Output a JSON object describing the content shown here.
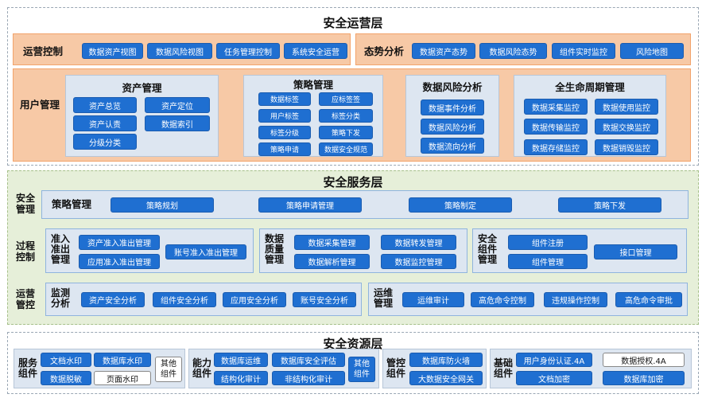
{
  "ops_layer": {
    "title": "安全运营层",
    "ops_control": {
      "label": "运营控制",
      "items": [
        "数据资产视图",
        "数据风险视图",
        "任务管理控制",
        "系统安全运营"
      ]
    },
    "situation": {
      "label": "态势分析",
      "items": [
        "数据资产态势",
        "数据风险态势",
        "组件实时监控",
        "风险地图"
      ]
    },
    "user_mgmt": {
      "label": "用户管理",
      "asset": {
        "title": "资产管理",
        "items": [
          "资产总览",
          "资产定位",
          "资产认责",
          "数据索引",
          "分级分类"
        ]
      },
      "policy": {
        "title": "策略管理",
        "items": [
          "数据标签",
          "应标签签",
          "用户标签",
          "标签分类",
          "标签分级",
          "策略下发",
          "策略申请",
          "数据安全规范"
        ]
      },
      "risk": {
        "title": "数据风险分析",
        "items": [
          "数据事件分析",
          "数据风险分析",
          "数据流向分析"
        ]
      },
      "lifecycle": {
        "title": "全生命周期管理",
        "items": [
          "数据采集监控",
          "数据使用监控",
          "数据传输监控",
          "数据交换监控",
          "数据存储监控",
          "数据销毁监控"
        ]
      }
    }
  },
  "service_layer": {
    "title": "安全服务层",
    "security": {
      "label": "安全管理",
      "sub": "策略管理",
      "items": [
        "策略规划",
        "策略申请管理",
        "策略制定",
        "策略下发"
      ]
    },
    "process": {
      "label": "过程控制",
      "access": {
        "label": "准入准出管理",
        "items": [
          "资产准入准出管理",
          "应用准入准出管理",
          "账号准入准出管理"
        ]
      },
      "quality": {
        "label": "数据质量管理",
        "items": [
          "数据采集管理",
          "数据转发管理",
          "数据解析管理",
          "数据监控管理"
        ]
      },
      "component": {
        "label": "安全组件管理",
        "items": [
          "组件注册",
          "组件管理",
          "接口管理"
        ]
      }
    },
    "operation": {
      "label": "运营管控",
      "monitor": {
        "label": "监测分析",
        "items": [
          "资产安全分析",
          "组件安全分析",
          "应用安全分析",
          "账号安全分析"
        ]
      },
      "maint": {
        "label": "运维管理",
        "items": [
          "运维审计",
          "高危命令控制",
          "违规操作控制",
          "高危命令审批"
        ]
      }
    }
  },
  "resource_layer": {
    "title": "安全资源层",
    "service": {
      "label": "服务组件",
      "items": [
        "文档水印",
        "数据库水印",
        "其他组件",
        "数据脱敏",
        "页面水印"
      ]
    },
    "capability": {
      "label": "能力组件",
      "items": [
        "数据库运维",
        "数据库安全评估",
        "其他组件",
        "结构化审计",
        "非结构化审计"
      ]
    },
    "control": {
      "label": "管控组件",
      "items": [
        "数据库防火墙",
        "大数据安全网关"
      ]
    },
    "base": {
      "label": "基础组件",
      "items": [
        "用户身份认证.4A",
        "数据授权.4A",
        "文档加密",
        "数据库加密"
      ]
    }
  }
}
